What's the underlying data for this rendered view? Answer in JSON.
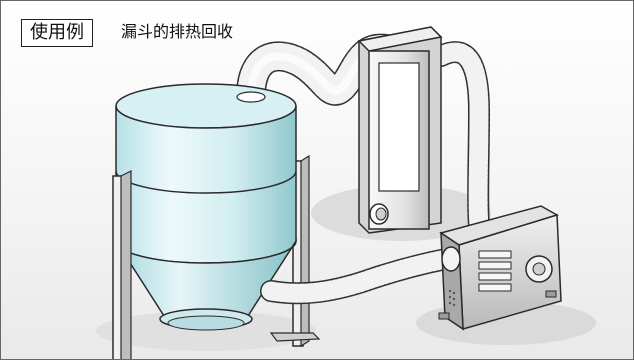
{
  "header": {
    "tag": "使用例",
    "caption": "漏斗的排热回收"
  },
  "colors": {
    "hopper_light": "#e3f6f8",
    "hopper_mid": "#c4e8ec",
    "hopper_dark": "#9fd2d8",
    "metal_light": "#f6f6f6",
    "metal_dark": "#7b7b7b",
    "outline": "#2a2a2a",
    "shadow": "#d8d8d8"
  },
  "icons": [
    "hopper",
    "dryer-unit",
    "heat-recovery-unit",
    "duct-hose"
  ]
}
